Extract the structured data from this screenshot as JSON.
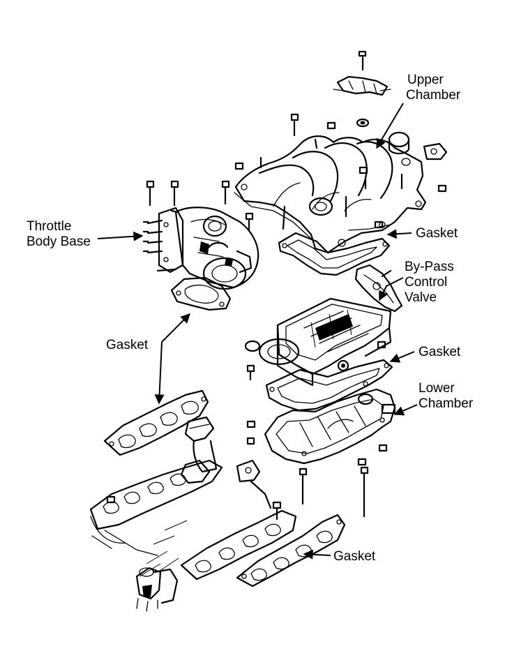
{
  "labels": {
    "upper_chamber_line1": "Upper",
    "upper_chamber_line2": "Chamber",
    "throttle_body_line1": "Throttle",
    "throttle_body_line2": "Body Base",
    "gasket_upper": "Gasket",
    "bypass_line1": "By-Pass",
    "bypass_line2": "Control",
    "bypass_line3": "Valve",
    "gasket_throttle": "Gasket",
    "gasket_middle": "Gasket",
    "lower_chamber_line1": "Lower",
    "lower_chamber_line2": "Chamber",
    "gasket_bottom": "Gasket"
  },
  "colors": {
    "ink": "#000000",
    "paper": "#ffffff"
  }
}
